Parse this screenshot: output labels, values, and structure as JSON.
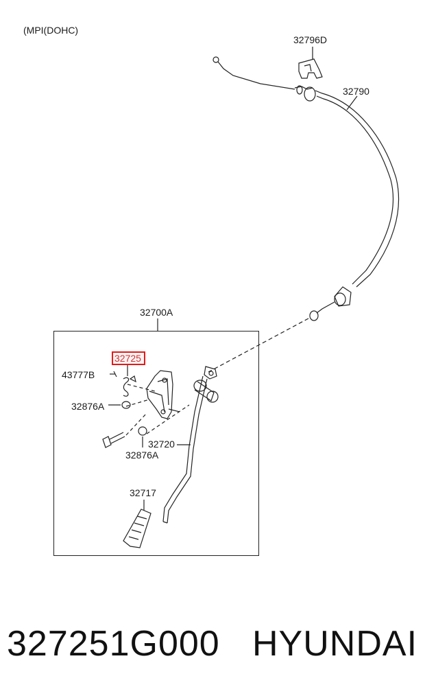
{
  "diagram": {
    "variant": "(MPI(DOHC)",
    "callouts": {
      "c32796D": "32796D",
      "c32790": "32790",
      "c32700A": "32700A",
      "c32725": "32725",
      "c43777B": "43777B",
      "c32876A_upper": "32876A",
      "c32720": "32720",
      "c32876A_lower": "32876A",
      "c32717": "32717"
    },
    "highlighted_callout": "32725",
    "highlight_color": "#e01b1b"
  },
  "footer": {
    "part_number": "327251G000",
    "brand": "HYUNDAI"
  }
}
